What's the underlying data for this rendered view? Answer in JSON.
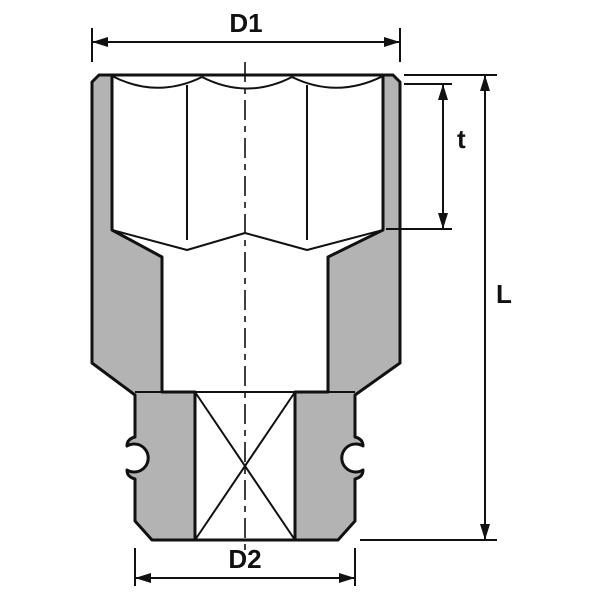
{
  "diagram": {
    "labels": {
      "d1": "D1",
      "t": "t",
      "l": "L",
      "d2": "D2"
    },
    "colors": {
      "body_fill": "#b3b3b3",
      "interior": "#ffffff",
      "line": "#111111",
      "background": "#ffffff"
    }
  }
}
